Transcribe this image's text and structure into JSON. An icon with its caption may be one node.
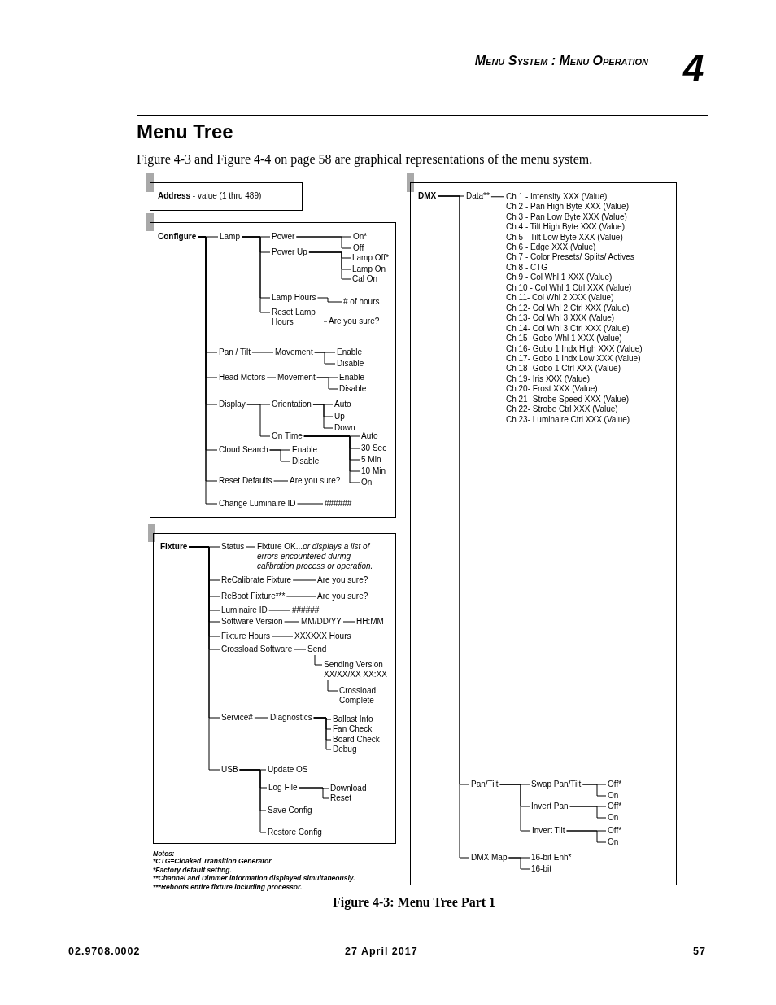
{
  "diagram": {
    "title": "Menu Tree",
    "caption": "Figure 4-3: Menu Tree Part 1",
    "nodes": [
      {
        "text": [
          "**Address** - value (1 thru 489)"
        ]
      },
      {
        "text": [],
        "shape": "box"
      },
      {
        "text": [
          "Configure"
        ],
        "in": 1
      },
      {
        "text": [
          "Lamp"
        ],
        "in": 1
      },
      {
        "text": [
          "Power"
        ],
        "in": 1
      },
      {
        "text": [
          "On*"
        ],
        "in": 1
      },
      {
        "text": [
          "Off"
        ],
        "in": 1
      },
      {
        "text": [
          "Power Up"
        ],
        "in": 1
      },
      {
        "text": [
          "Lamp Off*"
        ],
        "in": 1
      },
      {
        "text": [
          "Lamp On"
        ],
        "in": 1
      },
      {
        "text": [
          "Cal On"
        ],
        "in": 1
      },
      {
        "text": [
          "Lamp Hours"
        ],
        "in": 1
      },
      {
        "text": [
          "# of hours"
        ],
        "in": 1
      },
      {
        "text": [
          "Reset Lamp Hours"
        ],
        "in": 1
      },
      {
        "text": [
          "Are you sure?"
        ],
        "in": 1
      },
      {
        "text": [
          "Pan / Tilt"
        ],
        "in": 1
      },
      {
        "text": [
          "Movement"
        ],
        "in": 1
      },
      {
        "text": [
          "Enable"
        ],
        "in": 1
      },
      {
        "text": [
          "Disable"
        ],
        "in": 1
      },
      {
        "text": [
          "Head Motors"
        ],
        "in": 1
      },
      {
        "text": [
          "Movement"
        ],
        "in": 1
      },
      {
        "text": [
          "Enable"
        ],
        "in": 1
      },
      {
        "text": [
          "Disable"
        ],
        "in": 1
      },
      {
        "text": [
          "Display"
        ],
        "in": 1
      },
      {
        "text": [
          "Orientation"
        ],
        "in": 1
      },
      {
        "text": [
          "Auto"
        ],
        "in": 1
      },
      {
        "text": [
          "Up"
        ],
        "in": 1
      },
      {
        "text": [
          "Down"
        ],
        "in": 1
      },
      {
        "text": [
          "On Time"
        ],
        "in": 1
      },
      {
        "text": [
          "Auto"
        ],
        "in": 1
      },
      {
        "text": [
          "30 Sec"
        ],
        "in": 1
      },
      {
        "text": [
          "5 Min"
        ],
        "in": 1
      },
      {
        "text": [
          "10 Min"
        ],
        "in": 1
      },
      {
        "text": [
          "On"
        ],
        "in": 1
      },
      {
        "text": [
          "Cloud Search"
        ],
        "in": 1
      },
      {
        "text": [
          "Enable"
        ],
        "in": 1
      },
      {
        "text": [
          "Disable"
        ],
        "in": 1
      },
      {
        "text": [
          "Reset Defaults"
        ],
        "in": 1
      },
      {
        "text": [
          "Are you sure?"
        ],
        "in": 1
      },
      {
        "text": [
          "Change Luminaire ID"
        ],
        "in": 1
      },
      {
        "text": [
          "######"
        ],
        "in": 1
      },
      {
        "text": [],
        "shape": "box"
      },
      {
        "text": [
          "Fixture"
        ],
        "in": 41
      },
      {
        "text": [
          "Status"
        ],
        "in": 41
      },
      {
        "text": [
          "Fixture OK...*or displays a list of errors encountered during calibration process or operation.*"
        ],
        "in": 41
      },
      {
        "text": [
          "ReCalibrate Fixture"
        ],
        "in": 41
      },
      {
        "text": [
          "Are you sure?"
        ],
        "in": 41
      },
      {
        "text": [
          "ReBoot Fixture***"
        ],
        "in": 41
      },
      {
        "text": [
          "Are you sure?"
        ],
        "in": 41
      },
      {
        "text": [
          "Luminaire ID"
        ],
        "in": 41
      },
      {
        "text": [
          "######"
        ],
        "in": 41
      },
      {
        "text": [
          "Software Version"
        ],
        "in": 41
      },
      {
        "text": [
          "MM/DD/YY"
        ],
        "in": 41
      },
      {
        "text": [
          "HH:MM"
        ],
        "in": 41
      },
      {
        "text": [
          "Fixture Hours"
        ],
        "in": 41
      },
      {
        "text": [
          "XXXXXX Hours"
        ],
        "in": 41
      },
      {
        "text": [
          "Crossload Software"
        ],
        "in": 41
      },
      {
        "text": [
          "Send"
        ],
        "in": 41
      },
      {
        "text": [
          "Sending Version XX/XX/XX XX:XX"
        ],
        "in": 41
      },
      {
        "text": [
          "Crossload Complete"
        ],
        "in": 41
      },
      {
        "text": [
          "Service#"
        ],
        "in": 41
      },
      {
        "text": [
          "Diagnostics"
        ],
        "in": 41
      },
      {
        "text": [
          "Ballast Info"
        ],
        "in": 41
      },
      {
        "text": [
          "Fan Check"
        ],
        "in": 41
      },
      {
        "text": [
          "Board Check"
        ],
        "in": 41
      },
      {
        "text": [
          "Debug"
        ],
        "in": 41
      },
      {
        "text": [
          "USB"
        ],
        "in": 41
      },
      {
        "text": [
          "Update OS"
        ],
        "in": 41
      },
      {
        "text": [
          "Log File"
        ],
        "in": 41
      },
      {
        "text": [
          "Download"
        ],
        "in": 41
      },
      {
        "text": [
          "Reset"
        ],
        "in": 41
      },
      {
        "text": [
          "Save Config"
        ],
        "in": 41
      },
      {
        "text": [
          "Restore Config"
        ],
        "in": 41
      },
      {
        "text": [],
        "shape": "box"
      },
      {
        "text": [
          "DMX"
        ],
        "in": 73
      },
      {
        "text": [
          "Data**"
        ],
        "in": 73
      },
      {
        "text": [
          "Ch 1 - Intensity XXX (Value)",
          "Ch 2 - Pan High Byte XXX (Value)",
          "Ch 3 - Pan Low Byte XXX (Value)",
          "Ch 4 - Tilt High Byte XXX (Value)",
          "Ch 5 - Tilt Low Byte XXX (Value)",
          "Ch 6 - Edge XXX (Value)",
          "Ch 7 - Color Presets/ Splits/ Actives",
          "Ch 8 - CTG",
          "Ch 9 - Col Whl 1 XXX (Value)",
          "Ch 10 - Col Whl 1 Ctrl XXX (Value)",
          "Ch 11- Col Whl 2 XXX (Value)",
          "Ch 12- Col Whl 2 Ctrl XXX (Value)",
          "Ch 13- Col Whl 3 XXX (Value)",
          "Ch 14- Col Whl 3 Ctrl XXX (Value)",
          "Ch 15- Gobo Whl 1 XXX (Value)",
          "Ch 16- Gobo 1 Indx High XXX (Value)",
          "Ch 17- Gobo 1 Indx Low XXX (Value)",
          "Ch 18- Gobo 1 Ctrl XXX (Value)",
          "Ch 19- Iris XXX (Value)",
          "Ch 20- Frost XXX (Value)",
          "Ch 21- Strobe Speed XXX (Value)",
          "Ch 22- Strobe Ctrl XXX (Value)",
          "Ch 23- Luminaire Ctrl XXX (Value)"
        ],
        "in": 73
      },
      {
        "text": [
          "Pan/Tilt"
        ],
        "in": 73
      },
      {
        "text": [
          "Swap Pan/Tilt"
        ],
        "in": 73
      },
      {
        "text": [
          "Off*"
        ],
        "in": 73
      },
      {
        "text": [
          "On"
        ],
        "in": 73
      },
      {
        "text": [
          "Invert Pan"
        ],
        "in": 73
      },
      {
        "text": [
          "Off*"
        ],
        "in": 73
      },
      {
        "text": [
          "On"
        ],
        "in": 73
      },
      {
        "text": [
          "Invert Tilt"
        ],
        "in": 73
      },
      {
        "text": [
          "Off*"
        ],
        "in": 73
      },
      {
        "text": [
          "On"
        ],
        "in": 73
      },
      {
        "text": [
          "DMX Map"
        ],
        "in": 73
      },
      {
        "text": [
          "16-bit Enh*"
        ],
        "in": 73
      },
      {
        "text": [
          "16-bit"
        ],
        "in": 73
      }
    ],
    "edges": [
      {
        "from": 2,
        "to": 3,
        "arrow": "none"
      },
      {
        "from": 3,
        "to": 4,
        "arrow": "none"
      },
      {
        "from": 4,
        "to": 5,
        "arrow": "none"
      },
      {
        "from": 4,
        "to": 6,
        "arrow": "none"
      },
      {
        "from": 3,
        "to": 7,
        "arrow": "none"
      },
      {
        "from": 7,
        "to": 8,
        "arrow": "none"
      },
      {
        "from": 7,
        "to": 9,
        "arrow": "none"
      },
      {
        "from": 7,
        "to": 10,
        "arrow": "none"
      },
      {
        "from": 3,
        "to": 11,
        "arrow": "none"
      },
      {
        "from": 11,
        "to": 12,
        "arrow": "none"
      },
      {
        "from": 3,
        "to": 13,
        "arrow": "none"
      },
      {
        "from": 13,
        "to": 14,
        "arrow": "none"
      },
      {
        "from": 2,
        "to": 15,
        "arrow": "none"
      },
      {
        "from": 15,
        "to": 16,
        "arrow": "none"
      },
      {
        "from": 16,
        "to": 17,
        "arrow": "none"
      },
      {
        "from": 16,
        "to": 18,
        "arrow": "none"
      },
      {
        "from": 2,
        "to": 19,
        "arrow": "none"
      },
      {
        "from": 19,
        "to": 20,
        "arrow": "none"
      },
      {
        "from": 20,
        "to": 21,
        "arrow": "none"
      },
      {
        "from": 20,
        "to": 22,
        "arrow": "none"
      },
      {
        "from": 2,
        "to": 23,
        "arrow": "none"
      },
      {
        "from": 23,
        "to": 24,
        "arrow": "none"
      },
      {
        "from": 24,
        "to": 25,
        "arrow": "none"
      },
      {
        "from": 24,
        "to": 26,
        "arrow": "none"
      },
      {
        "from": 24,
        "to": 27,
        "arrow": "none"
      },
      {
        "from": 23,
        "to": 28,
        "arrow": "none"
      },
      {
        "from": 28,
        "to": 29,
        "arrow": "none"
      },
      {
        "from": 28,
        "to": 30,
        "arrow": "none"
      },
      {
        "from": 28,
        "to": 31,
        "arrow": "none"
      },
      {
        "from": 28,
        "to": 32,
        "arrow": "none"
      },
      {
        "from": 28,
        "to": 33,
        "arrow": "none"
      },
      {
        "from": 2,
        "to": 34,
        "arrow": "none"
      },
      {
        "from": 34,
        "to": 35,
        "arrow": "none"
      },
      {
        "from": 34,
        "to": 36,
        "arrow": "none"
      },
      {
        "from": 2,
        "to": 37,
        "arrow": "none"
      },
      {
        "from": 37,
        "to": 38,
        "arrow": "none"
      },
      {
        "from": 2,
        "to": 39,
        "arrow": "none"
      },
      {
        "from": 39,
        "to": 40,
        "arrow": "none"
      },
      {
        "from": 42,
        "to": 43,
        "arrow": "none"
      },
      {
        "from": 43,
        "to": 44,
        "arrow": "none"
      },
      {
        "from": 42,
        "to": 45,
        "arrow": "none"
      },
      {
        "from": 45,
        "to": 46,
        "arrow": "none"
      },
      {
        "from": 42,
        "to": 47,
        "arrow": "none"
      },
      {
        "from": 47,
        "to": 48,
        "arrow": "none"
      },
      {
        "from": 42,
        "to": 49,
        "arrow": "none"
      },
      {
        "from": 49,
        "to": 50,
        "arrow": "none"
      },
      {
        "from": 42,
        "to": 51,
        "arrow": "none"
      },
      {
        "from": 51,
        "to": 52,
        "arrow": "none"
      },
      {
        "from": 52,
        "to": 53,
        "arrow": "none"
      },
      {
        "from": 42,
        "to": 54,
        "arrow": "none"
      },
      {
        "from": 54,
        "to": 55,
        "arrow": "none"
      },
      {
        "from": 42,
        "to": 56,
        "arrow": "none"
      },
      {
        "from": 56,
        "to": 57,
        "arrow": "none"
      },
      {
        "from": 57,
        "to": 58,
        "arrow": "none"
      },
      {
        "from": 58,
        "to": 59,
        "arrow": "none"
      },
      {
        "from": 42,
        "to": 60,
        "arrow": "none"
      },
      {
        "from": 60,
        "to": 61,
        "arrow": "none"
      },
      {
        "from": 61,
        "to": 62,
        "arrow": "none"
      },
      {
        "from": 61,
        "to": 63,
        "arrow": "none"
      },
      {
        "from": 61,
        "to": 64,
        "arrow": "none"
      },
      {
        "from": 61,
        "to": 65,
        "arrow": "none"
      },
      {
        "from": 42,
        "to": 66,
        "arrow": "none"
      },
      {
        "from": 66,
        "to": 67,
        "arrow": "none"
      },
      {
        "from": 66,
        "to": 68,
        "arrow": "none"
      },
      {
        "from": 68,
        "to": 69,
        "arrow": "none"
      },
      {
        "from": 68,
        "to": 70,
        "arrow": "none"
      },
      {
        "from": 66,
        "to": 71,
        "arrow": "none"
      },
      {
        "from": 66,
        "to": 72,
        "arrow": "none"
      },
      {
        "from": 74,
        "to": 75,
        "arrow": "none"
      },
      {
        "from": 75,
        "to": 76,
        "arrow": "none"
      },
      {
        "from": 74,
        "to": 77,
        "arrow": "none"
      },
      {
        "from": 77,
        "to": 78,
        "arrow": "none"
      },
      {
        "from": 78,
        "to": 79,
        "arrow": "none"
      },
      {
        "from": 78,
        "to": 80,
        "arrow": "none"
      },
      {
        "from": 77,
        "to": 81,
        "arrow": "none"
      },
      {
        "from": 81,
        "to": 82,
        "arrow": "none"
      },
      {
        "from": 81,
        "to": 83,
        "arrow": "none"
      },
      {
        "from": 77,
        "to": 84,
        "arrow": "none"
      },
      {
        "from": 84,
        "to": 85,
        "arrow": "none"
      },
      {
        "from": 84,
        "to": 86,
        "arrow": "none"
      },
      {
        "from": 74,
        "to": 87,
        "arrow": "none"
      },
      {
        "from": 87,
        "to": 88,
        "arrow": "none"
      },
      {
        "from": 87,
        "to": 89,
        "arrow": "none"
      }
    ],
    "labels": [
      "Menu System : Menu Operation",
      "4",
      "Figure 4-3 and Figure 4-4 on page 58 are graphical representations of the menu system.",
      "Notes:",
      "*CTG=Cloaked Transition Generator",
      "*Factory default setting.",
      "**Channel and Dimmer information displayed simultaneously.",
      "***Reboots entire fixture including processor.",
      "02.9708.0002",
      "27 April 2017",
      "57"
    ]
  }
}
